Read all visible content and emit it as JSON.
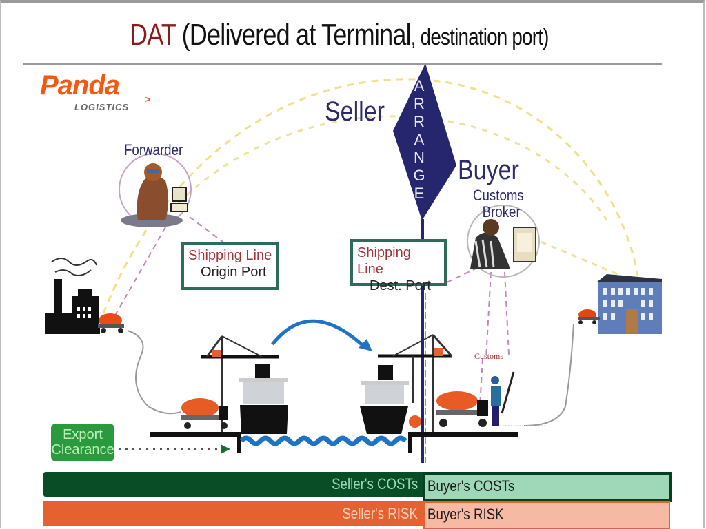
{
  "title": {
    "abbr": "DAT",
    "main": "(Delivered at Terminal",
    "sub": ", destination port)"
  },
  "logo": {
    "brand": "Panda",
    "subtitle": "LOGISTICS",
    "arrow": ">"
  },
  "parties": {
    "seller": "Seller",
    "buyer": "Buyer",
    "arrange_letters": [
      "A",
      "R",
      "R",
      "A",
      "N",
      "G",
      "E"
    ],
    "forwarder": "Forwarder",
    "customs_broker_line1": "Customs",
    "customs_broker_line2": "Broker",
    "customs": "Customs"
  },
  "boxes": {
    "origin": {
      "line1": "Shipping Line",
      "line2": "Origin Port"
    },
    "destination": {
      "line1": "Shipping Line",
      "line2": "Dest. Port"
    }
  },
  "export_clearance": {
    "line1": "Export",
    "line2": "Clearance"
  },
  "bars": {
    "seller_costs": "Seller's COSTs",
    "buyer_costs": "Buyer's COSTs",
    "seller_risk": "Seller's RISK",
    "buyer_risk": "Buyer's RISK"
  },
  "colors": {
    "brand_orange": "#f25a12",
    "title_red": "#8a1c1c",
    "navy": "#26266e",
    "costs_dark_green": "#084d26",
    "costs_light_green": "#9ed8b8",
    "risk_orange": "#e4622f",
    "risk_light": "#f6b9a3",
    "box_border": "#2f6b5a",
    "export_green": "#2b9a3e",
    "water_blue": "#1f73c4"
  }
}
